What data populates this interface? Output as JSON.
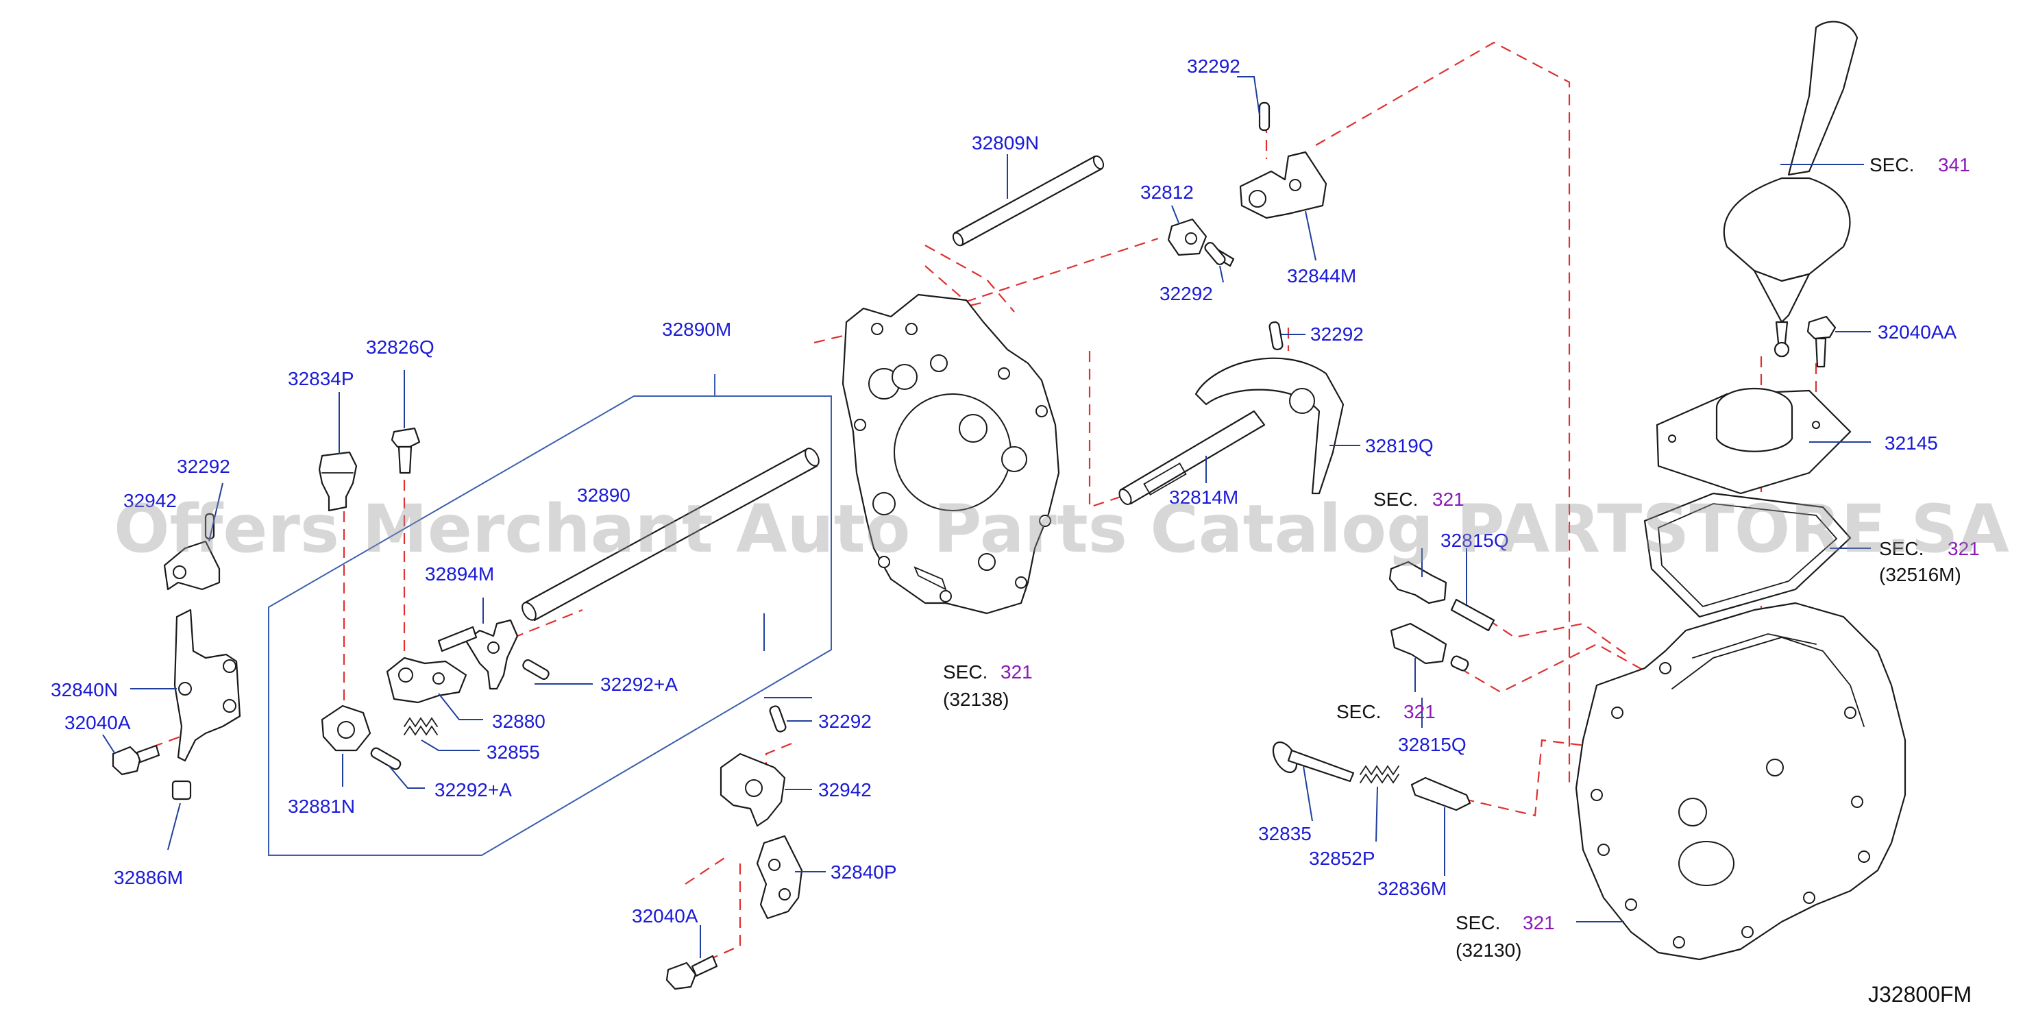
{
  "watermark": "Offers Merchant Auto Parts Catalog PARTSTORE.SA",
  "figure_id": "J32800FM",
  "labels": {
    "p32292_top": "32292",
    "p32809N": "32809N",
    "p32812": "32812",
    "p32292_b": "32292",
    "p32844M": "32844M",
    "p32292_c": "32292",
    "p32819Q": "32819Q",
    "p32814M": "32814M",
    "p32890M": "32890M",
    "p32826Q": "32826Q",
    "p32834P": "32834P",
    "p32292_left": "32292",
    "p32942_left": "32942",
    "p32890": "32890",
    "p32894M": "32894M",
    "p32292A_a": "32292+A",
    "p32880": "32880",
    "p32855": "32855",
    "p32292A_b": "32292+A",
    "p32881N": "32881N",
    "p32840N": "32840N",
    "p32040A_left": "32040A",
    "p32886M": "32886M",
    "p32292_mid": "32292",
    "p32942": "32942",
    "p32840P": "32840P",
    "p32040A_bottom": "32040A",
    "p32815Q_top": "32815Q",
    "p32815Q": "32815Q",
    "p32835": "32835",
    "p32852P": "32852P",
    "p32836M": "32836M",
    "p32040AA": "32040AA",
    "p32145": "32145",
    "p32516M": "(32516M)"
  },
  "sections": {
    "sec_prefix": "SEC.",
    "sec341": "341",
    "sec321_a": "321",
    "sec321_a_sub": "(32138)",
    "sec321_b": "321",
    "sec321_c": "321",
    "sec321_d": "321",
    "sec321_e": "321",
    "sec321_e_sub": "(32130)"
  }
}
